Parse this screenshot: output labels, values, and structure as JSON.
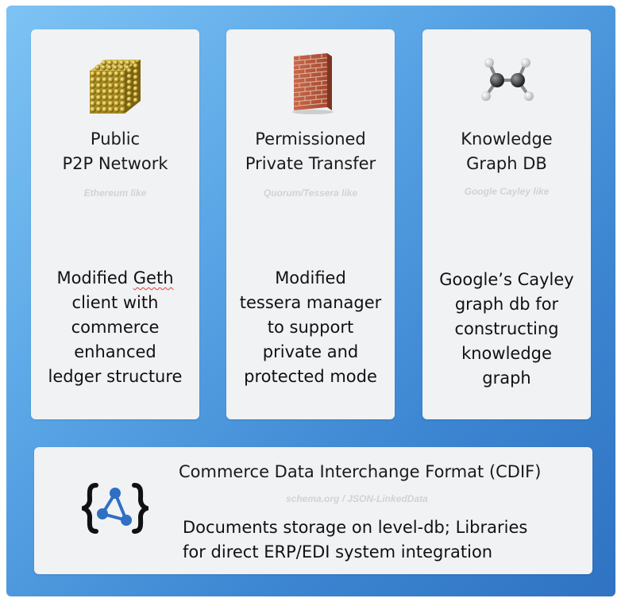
{
  "cards": [
    {
      "icon": "gold-sphere-cube-icon",
      "title": "Public\nP2P Network",
      "subtitle": "Ethereum like",
      "desc_pre": "Modified ",
      "desc_mark": "Geth",
      "desc_post": "\nclient with\ncommerce\nenhanced\nledger structure"
    },
    {
      "icon": "brick-wall-icon",
      "title": "Permissioned\nPrivate Transfer",
      "subtitle": "Quorum/Tessera like",
      "desc": "Modified\ntessera manager\nto support\nprivate and\nprotected mode"
    },
    {
      "icon": "molecule-icon",
      "title": "Knowledge\nGraph DB",
      "subtitle": "Google Cayley like",
      "desc": "Google’s Cayley\ngraph db for\nconstructing\nknowledge\ngraph"
    }
  ],
  "cdif": {
    "icon": "linked-data-braces-icon",
    "title": "Commerce Data Interchange Format (CDIF)",
    "subtitle": "schema.org / JSON-LinkedData",
    "desc": "Documents storage on level-db; Libraries\nfor direct ERP/EDI system integration"
  },
  "colors": {
    "frame_top": "#7ec3f4",
    "frame_bottom": "#2f73c2",
    "card": "#f1f2f4",
    "cdif_icon_blue": "#2f6fc4"
  }
}
